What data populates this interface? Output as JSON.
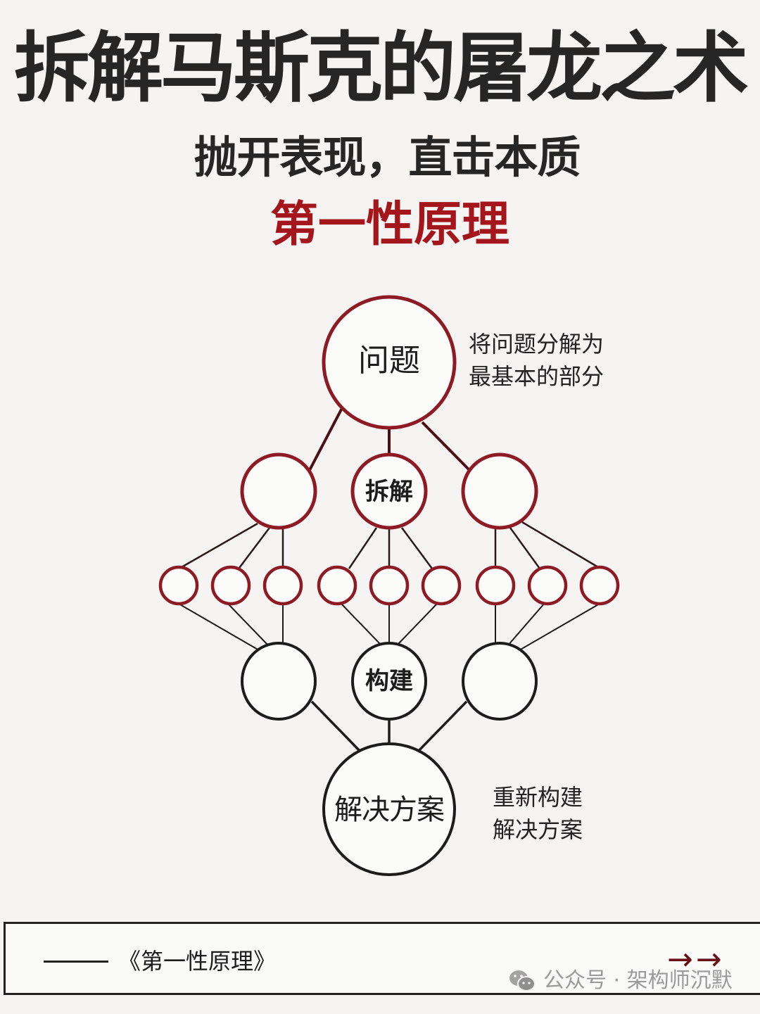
{
  "header": {
    "title": "拆解马斯克的屠龙之术",
    "subtitle": "抛开表现，直击本质",
    "highlight": "第一性原理"
  },
  "colors": {
    "background": "#f5f4f2",
    "title_text": "#262626",
    "accent_red": "#a5161c",
    "decompose_circle_stroke": "#8e1a24",
    "build_circle_stroke": "#1c1c1c",
    "arrow_color": "#6b0f16",
    "watermark_gray": "#9a9a9a"
  },
  "diagram": {
    "root": {
      "label": "问题"
    },
    "decompose_level": [
      {
        "label": ""
      },
      {
        "label": "拆解"
      },
      {
        "label": ""
      }
    ],
    "elements_count": 9,
    "build_level": [
      {
        "label": ""
      },
      {
        "label": "构建"
      },
      {
        "label": ""
      }
    ],
    "solution": {
      "label": "解决方案"
    },
    "notes": {
      "top_line1": "将问题分解为",
      "top_line2": "最基本的部分",
      "bottom_line1": "重新构建",
      "bottom_line2": "解决方案"
    }
  },
  "footer": {
    "quote": "《第一性原理》",
    "arrows": "→→",
    "watermark_icon": "wechat-icon",
    "watermark": "公众号 · 架构师沉默"
  }
}
